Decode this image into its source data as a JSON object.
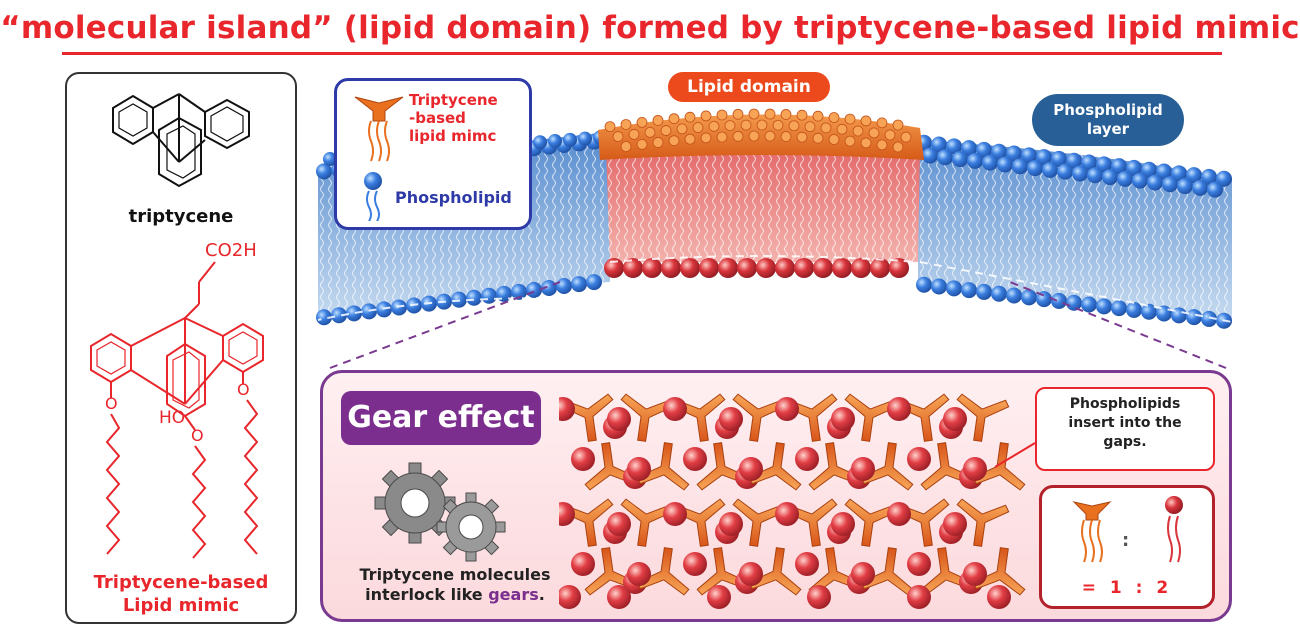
{
  "title": "“molecular island” (lipid domain) formed by triptycene-based lipid mimic",
  "left_panel": {
    "triptycene_label": "triptycene",
    "co2h_label": "CO2H",
    "ho_label": "HO",
    "o_label": "O",
    "mimic_label_line1": "Triptycene-based",
    "mimic_label_line2": "Lipid mimic"
  },
  "legend": {
    "triptycene_line1": "Triptycene",
    "triptycene_line2": "-based",
    "triptycene_line3": "lipid mimc",
    "phospholipid": "Phospholipid"
  },
  "labels": {
    "lipid_domain": "Lipid domain",
    "phospholipid_layer_line1": "Phospholipid",
    "phospholipid_layer_line2": "layer"
  },
  "bottom": {
    "gear_effect": "Gear effect",
    "caption_line1": "Triptycene molecules",
    "caption_line2_prefix": "interlock like ",
    "caption_line2_highlight": "gears",
    "caption_line2_suffix": ".",
    "callout_line1": "Phospholipids",
    "callout_line2": "insert into the",
    "callout_line3": "gaps.",
    "ratio": "= 1 : 2",
    "ratio_colon": ":"
  },
  "colors": {
    "title_red": "#e8262b",
    "legend_blue": "#2e3aa8",
    "domain_orange": "#ec4a1c",
    "layer_blue": "#275f96",
    "gear_purple": "#7b2e8e",
    "phospholipid_head": "#3a7ee0",
    "mimic_head": "#e8701e",
    "sphere_red": "#d9353c"
  }
}
